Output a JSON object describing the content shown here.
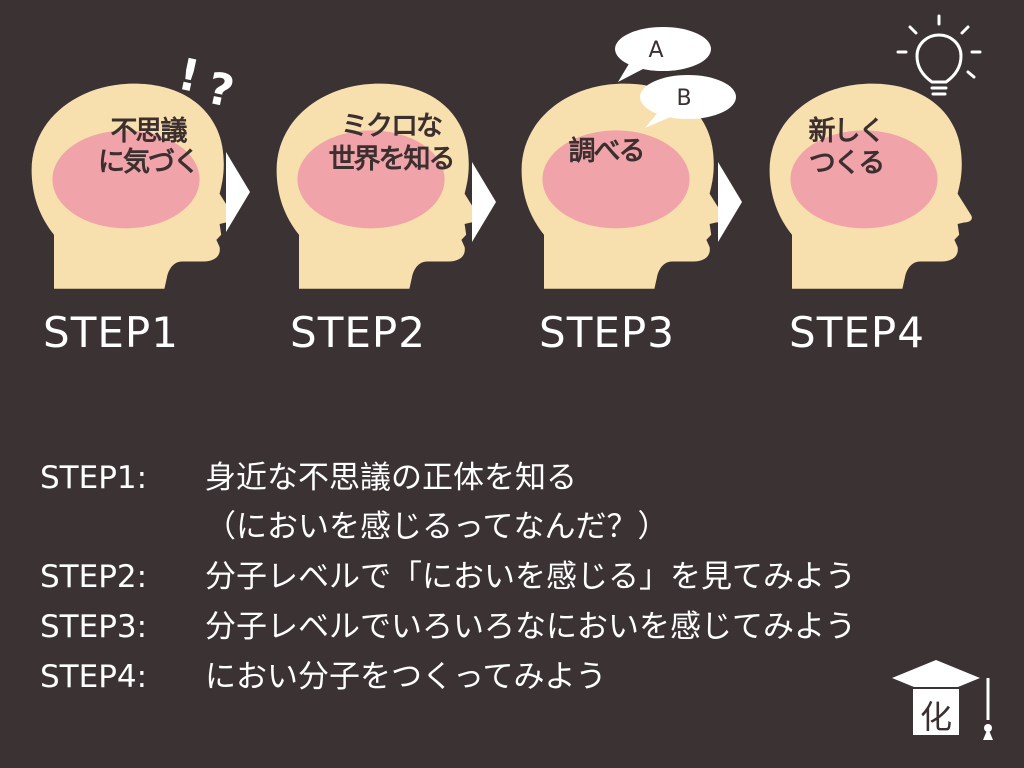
{
  "steps": [
    {
      "label": "STEP1",
      "head_lines": [
        "不思議",
        "に気づく"
      ]
    },
    {
      "label": "STEP2",
      "head_lines": [
        "ミクロな",
        "世界を知る"
      ]
    },
    {
      "label": "STEP3",
      "head_lines": [
        "調べる"
      ]
    },
    {
      "label": "STEP4",
      "head_lines": [
        "新しく",
        "つくる"
      ]
    }
  ],
  "exclaim": "!",
  "question": "?",
  "bubbles": {
    "a": "A",
    "b": "B"
  },
  "descriptions": [
    {
      "key": "STEP1:",
      "text": "身近な不思議の正体を知る"
    },
    {
      "key": "",
      "text": "（においを感じるってなんだ？）"
    },
    {
      "key": "STEP2:",
      "text": "分子レベルで「においを感じる」を見てみよう"
    },
    {
      "key": "STEP3:",
      "text": "分子レベルでいろいろなにおいを感じてみよう"
    },
    {
      "key": "STEP4:",
      "text": "におい分子をつくってみよう"
    }
  ],
  "logo_char": "化",
  "colors": {
    "background": "#3b3333",
    "head": "#f7dfae",
    "brain": "#f0a3a8",
    "arrow": "#ffffff"
  }
}
